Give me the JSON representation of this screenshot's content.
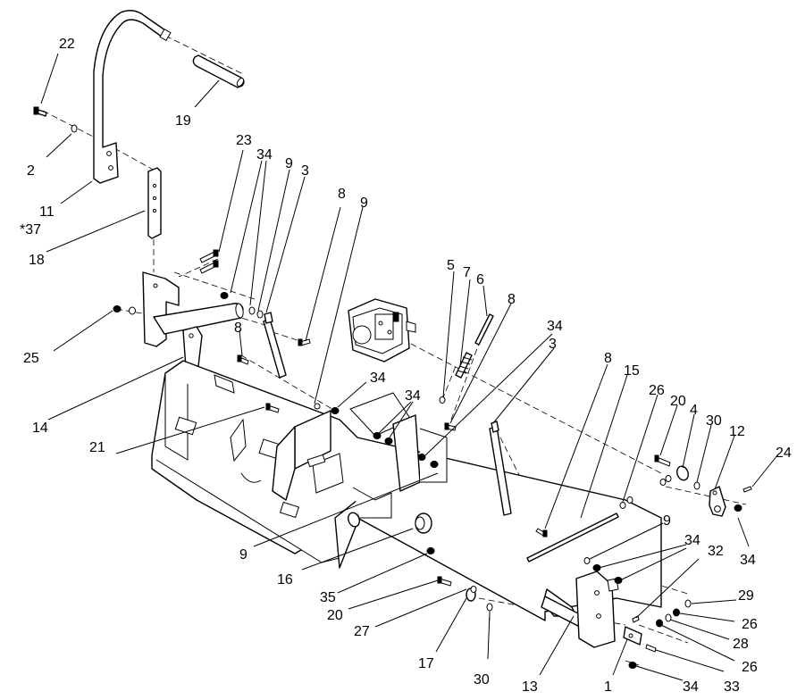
{
  "callouts": {
    "c22": "22",
    "c19": "19",
    "c2": "2",
    "c11": "11",
    "c37": "*37",
    "c18": "18",
    "c23": "23",
    "c34a": "34",
    "c9a": "9",
    "c3a": "3",
    "c8a": "8",
    "c9b": "9",
    "c25": "25",
    "c8b": "8",
    "c14": "14",
    "c34b": "34",
    "c34c": "34",
    "c21": "21",
    "c5": "5",
    "c7": "7",
    "c6": "6",
    "c8c": "8",
    "c34d": "34",
    "c3b": "3",
    "c8d": "8",
    "c15": "15",
    "c26a": "26",
    "c20a": "20",
    "c4": "4",
    "c30a": "30",
    "c12": "12",
    "c24": "24",
    "c34e": "34",
    "c9c": "9",
    "c34f": "34",
    "c32": "32",
    "c16": "16",
    "c35": "35",
    "c20b": "20",
    "c27": "27",
    "c29": "29",
    "c26b": "26",
    "c28": "28",
    "c26c": "26",
    "c17": "17",
    "c30b": "30",
    "c13": "13",
    "c1": "1",
    "c34g": "34",
    "c33": "33"
  }
}
